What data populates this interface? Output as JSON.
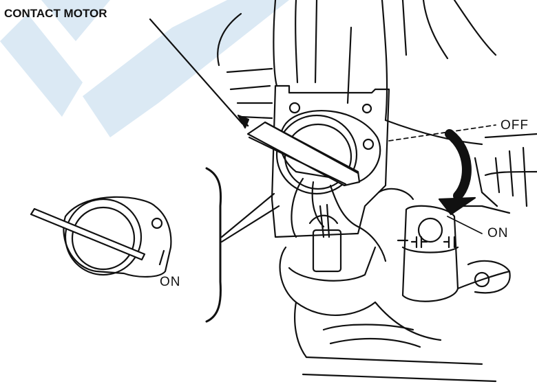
{
  "labels": {
    "title": "CONTACT MOTOR",
    "off": "OFF",
    "on_right": "ON",
    "on_left": "ON"
  },
  "colors": {
    "ink": "#111111",
    "watermark": "#dbe9f4",
    "background": "#ffffff"
  },
  "icons": {
    "arrow": "curved-arrow-down",
    "switch": "rotary-switch-knob"
  }
}
